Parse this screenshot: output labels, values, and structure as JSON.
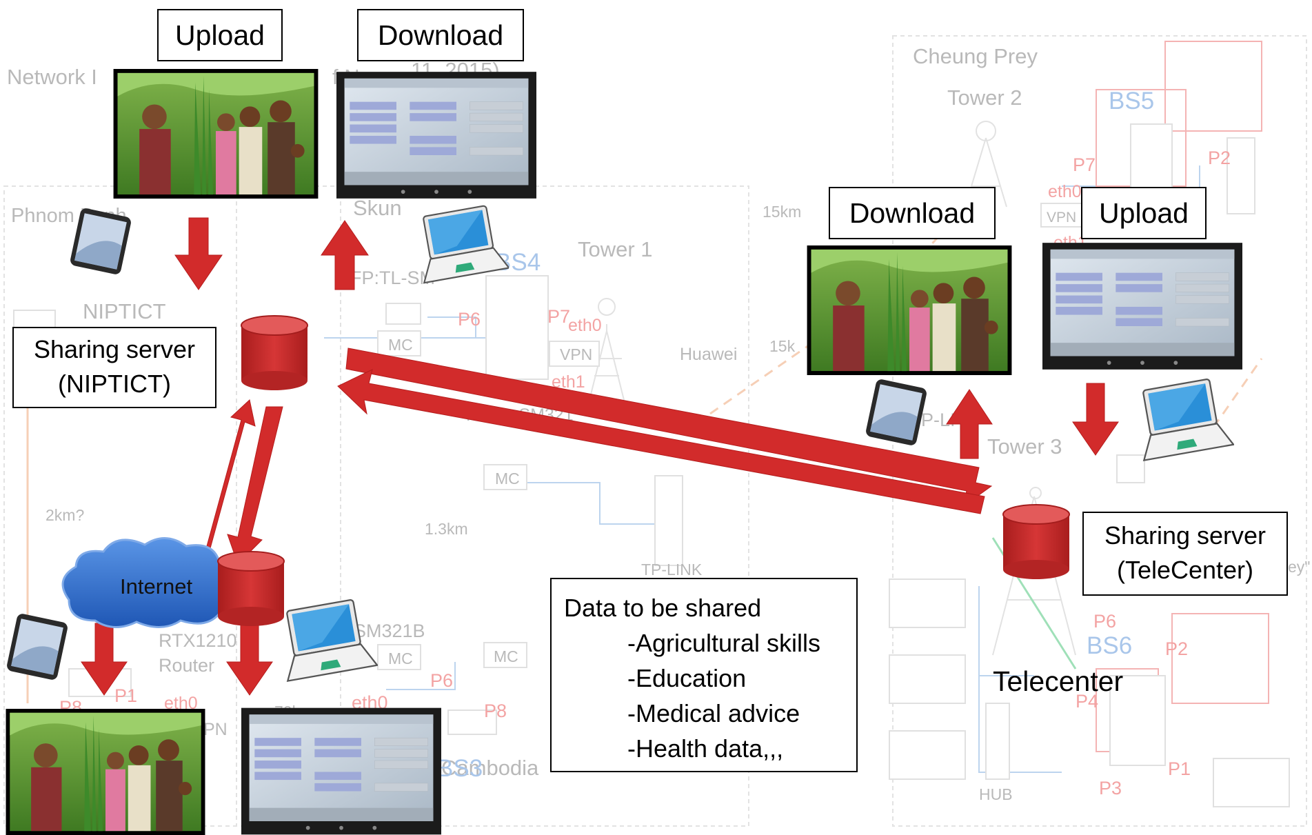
{
  "background": {
    "title": "Network I",
    "title_tail": "f N",
    "title_date": "11, 2015)",
    "phnom_penh": "Phnom Penh",
    "niptict": "NIPTICT",
    "skun": "Skun",
    "fp_tl_sm": "FP:TL-SM",
    "tower1": "Tower 1",
    "huawei": "Huawei",
    "vpn": "VPN",
    "eth0": "eth0",
    "eth1": "eth1",
    "p6": "P6",
    "p7": "P7",
    "p8": "P8",
    "p1": "P1",
    "p2": "P2",
    "p3": "P3",
    "p4": "P4",
    "bs4": "BS4",
    "bs5": "BS5",
    "bs6": "BS6",
    "bs3": "BS3",
    "mc": "MC",
    "fp_tl_sm321": "FP:TL-SM321",
    "two_km": "2km?",
    "one_3km": "1.3km",
    "fifteen_km": "15km",
    "seventy_km": "70km",
    "tp_link": "TP-LINK",
    "p_li": "P-LI",
    "rtx1210": "RTX1210",
    "router": "Router",
    "sf_sm321b": "SF",
    "sm321b": "-SM321B",
    "cambodia": "Cambodia",
    "cheung_prey": "Cheung Prey",
    "tower2": "Tower 2",
    "tower3": "Tower 3",
    "hub": "HUB",
    "ey": "ey\"",
    "pn": "PN",
    "fifteen_k": "15k"
  },
  "labels": {
    "upload_left": "Upload",
    "download_left": "Download",
    "download_right": "Download",
    "upload_right": "Upload",
    "sharing_server_niptict_line1": "Sharing server",
    "sharing_server_niptict_line2": "(NIPTICT)",
    "sharing_server_telecenter_line1": "Sharing server",
    "sharing_server_telecenter_line2": "(TeleCenter)",
    "internet": "Internet",
    "telecenter": "Telecenter"
  },
  "data_box": {
    "title": "Data to be shared",
    "items": [
      "-Agricultural skills",
      "-Education",
      "-Medical advice",
      "-Health data,,,"
    ]
  },
  "colors": {
    "arrow_red": "#d22b2b",
    "cylinder_red": "#d32f2f",
    "cloud_blue": "#2f6fd1",
    "screen_blue": "#2a8fd8"
  },
  "icons": [
    "tablet-icon",
    "laptop-icon",
    "database-icon",
    "cloud-icon",
    "photo-icon",
    "tablet-screenshot-icon"
  ]
}
